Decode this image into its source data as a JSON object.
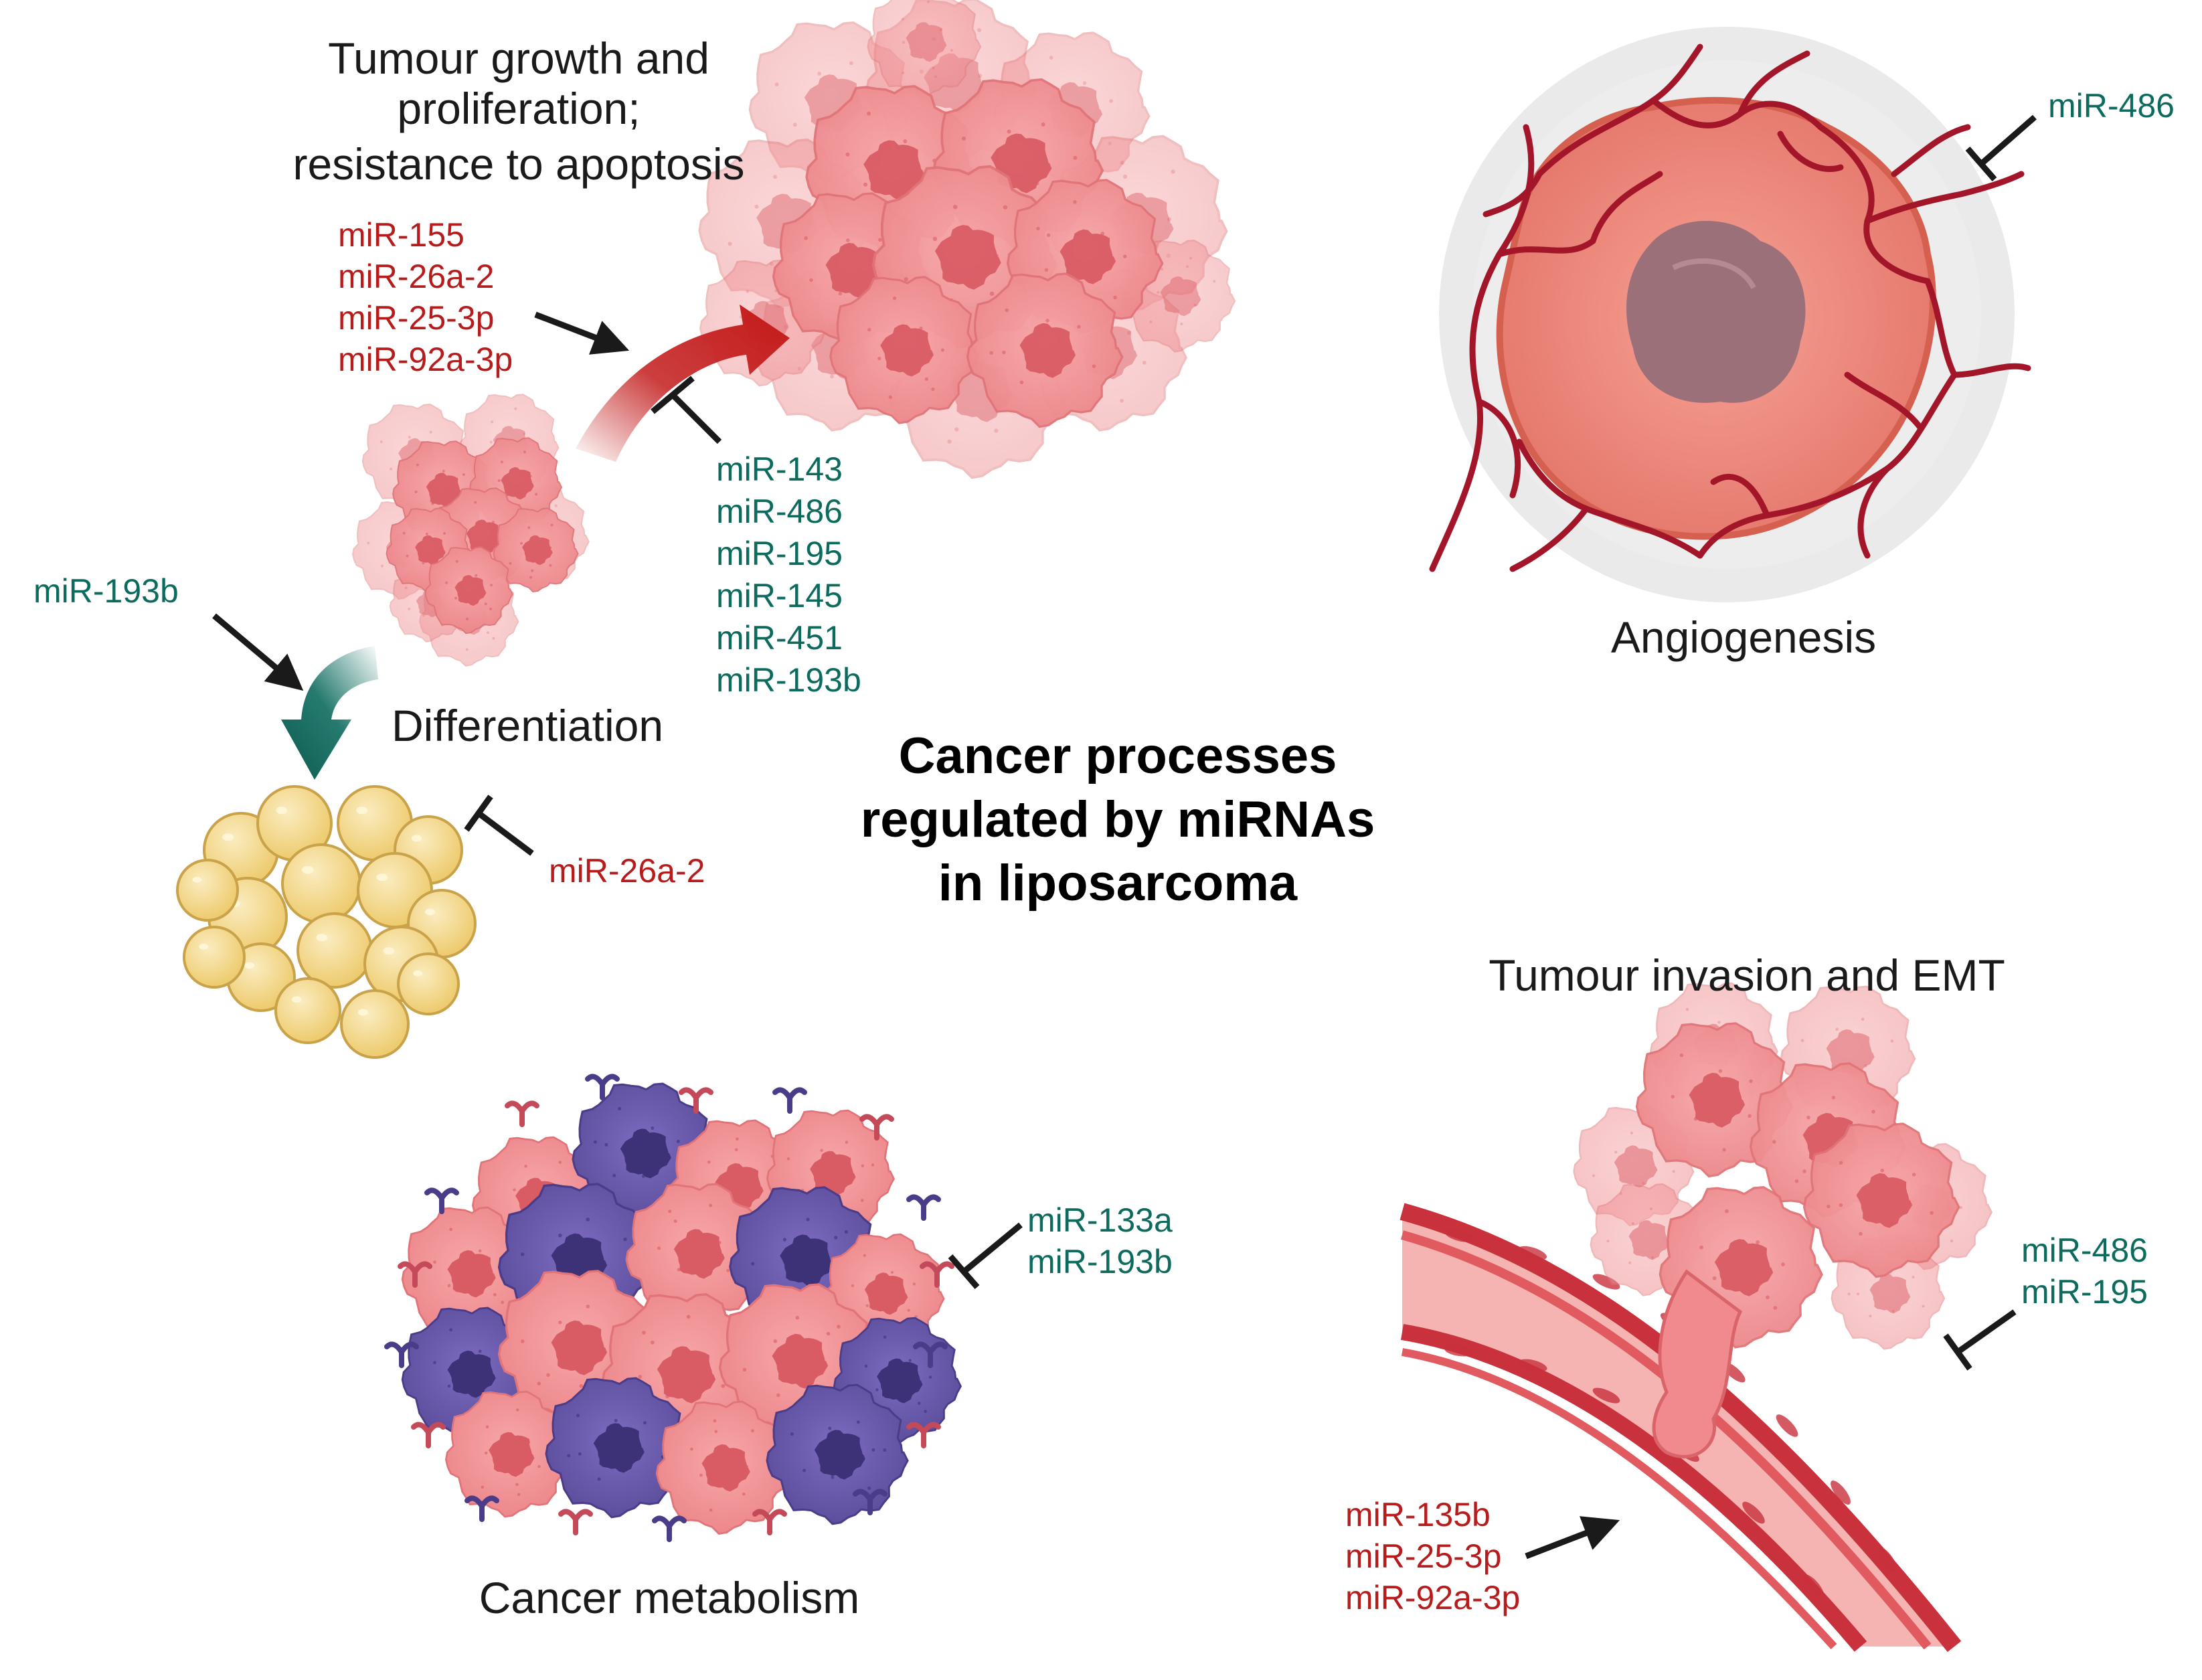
{
  "title": {
    "line1": "Cancer processes",
    "line2": "regulated by miRNAs",
    "line3": "in liposarcoma"
  },
  "colors": {
    "upregulated_mirna": "#b71c1c",
    "downregulated_mirna": "#0d6b5e",
    "cell_pink": "#f08a8e",
    "cell_purple": "#6a5aa8",
    "adipocyte_yellow": "#f4d98a",
    "vessel_red": "#b5202e"
  },
  "growth": {
    "label_line1": "Tumour growth and",
    "label_line2": "proliferation;",
    "label_line3": "resistance to apoptosis",
    "promoting": [
      "miR-155",
      "miR-26a-2",
      "miR-25-3p",
      "miR-92a-3p"
    ],
    "inhibiting": [
      "miR-143",
      "miR-486",
      "miR-195",
      "miR-145",
      "miR-451",
      "miR-193b"
    ]
  },
  "differentiation": {
    "label": "Differentiation",
    "promoting": [
      "miR-193b"
    ],
    "inhibiting": [
      "miR-26a-2"
    ]
  },
  "angiogenesis": {
    "label": "Angiogenesis",
    "inhibiting": [
      "miR-486"
    ]
  },
  "metabolism": {
    "label": "Cancer metabolism",
    "inhibiting": [
      "miR-133a",
      "miR-193b"
    ]
  },
  "invasion": {
    "label": "Tumour invasion and EMT",
    "inhibiting": [
      "miR-486",
      "miR-195"
    ],
    "promoting": [
      "miR-135b",
      "miR-25-3p",
      "miR-92a-3p"
    ]
  },
  "icons": [
    "tumour-cluster-icon",
    "adipocyte-cluster-icon",
    "vascularized-tumour-icon",
    "mixed-cell-cluster-icon",
    "blood-vessel-icon",
    "activation-arrow-icon",
    "inhibition-bar-icon"
  ]
}
